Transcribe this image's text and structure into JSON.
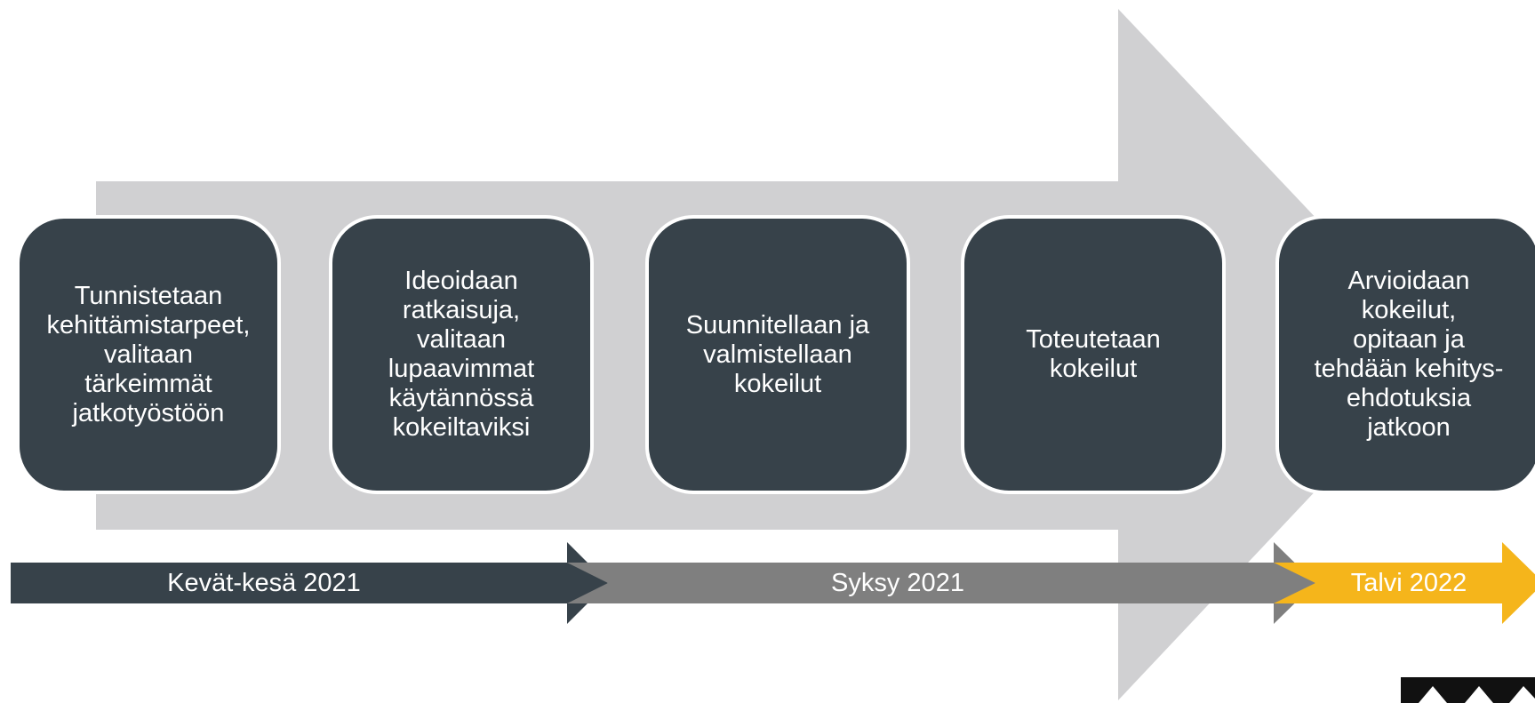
{
  "steps": [
    "Tunnistetaan\nkehittämistarpeet,\nvalitaan\ntärkeimmät\njatkotyöstöön",
    "Ideoidaan\nratkaisuja,\nvalitaan\nlupaavimmat\nkäytännössä\nkokeiltaviksi",
    "Suunnitellaan ja\nvalmistellaan\nkokeilut",
    "Toteutetaan\nkokeilut",
    "Arvioidaan\nkokeilut,\nopitaan ja\ntehdään kehitys-\nehdotuksia\njatkoon"
  ],
  "phases": [
    {
      "label": "Kevät-kesä 2021",
      "color": "#37424a"
    },
    {
      "label": "Syksy 2021",
      "color": "#7f7f7f"
    },
    {
      "label": "Talvi 2022",
      "color": "#f5b51b"
    }
  ],
  "colors": {
    "big_arrow": "#d0d0d2",
    "step_box": "#37424a",
    "text": "#ffffff"
  }
}
